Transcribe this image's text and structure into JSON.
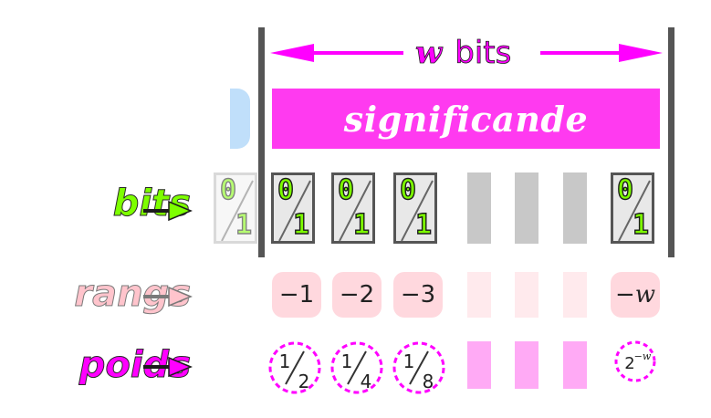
{
  "width_label": {
    "symbol": "w",
    "unit": "bits"
  },
  "significand_label": "significande",
  "row_labels": {
    "bits": "bits",
    "ranks": "rangs",
    "weights": "poids"
  },
  "bits": [
    {
      "zero": "0",
      "one": "1",
      "faded": true
    },
    {
      "zero": "0",
      "one": "1"
    },
    {
      "zero": "0",
      "one": "1"
    },
    {
      "zero": "0",
      "one": "1"
    },
    {
      "zero": "0",
      "one": "1"
    }
  ],
  "ranks": [
    "−1",
    "−2",
    "−3",
    "−w"
  ],
  "weights": [
    {
      "num": "1",
      "den": "2"
    },
    {
      "num": "1",
      "den": "4"
    },
    {
      "num": "1",
      "den": "8"
    }
  ],
  "last_weight": {
    "base": "2",
    "exp": "−w"
  },
  "colors": {
    "significand": "#ff3af0",
    "bits": "#7dff00",
    "ranks": "#ffc4cc",
    "weights": "#ff00ff",
    "arrow": "#ff00ff"
  }
}
